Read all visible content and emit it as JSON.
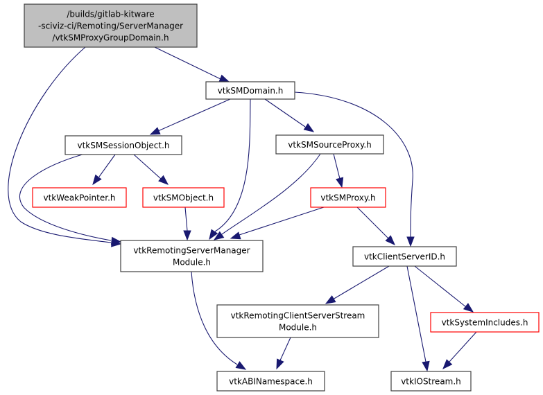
{
  "diagram": {
    "type": "include-dependency-graph",
    "colors": {
      "edge": "#191970",
      "root_fill": "#bfbfbf",
      "normal_border": "#000000",
      "incomplete_border": "#ff0000"
    },
    "nodes": [
      {
        "id": "root",
        "lines": [
          "/builds/gitlab-kitware",
          "-sciviz-ci/Remoting/ServerManager",
          "/vtkSMProxyGroupDomain.h"
        ],
        "style": "root"
      },
      {
        "id": "smdomain",
        "lines": [
          "vtkSMDomain.h"
        ],
        "style": "normal"
      },
      {
        "id": "sessionobject",
        "lines": [
          "vtkSMSessionObject.h"
        ],
        "style": "normal"
      },
      {
        "id": "sourceproxy",
        "lines": [
          "vtkSMSourceProxy.h"
        ],
        "style": "normal"
      },
      {
        "id": "weakpointer",
        "lines": [
          "vtkWeakPointer.h"
        ],
        "style": "incomplete"
      },
      {
        "id": "smobject",
        "lines": [
          "vtkSMObject.h"
        ],
        "style": "incomplete"
      },
      {
        "id": "smproxy",
        "lines": [
          "vtkSMProxy.h"
        ],
        "style": "incomplete"
      },
      {
        "id": "rsmmodule",
        "lines": [
          "vtkRemotingServerManager",
          "Module.h"
        ],
        "style": "normal"
      },
      {
        "id": "clientserverid",
        "lines": [
          "vtkClientServerID.h"
        ],
        "style": "normal"
      },
      {
        "id": "rcssmodule",
        "lines": [
          "vtkRemotingClientServerStream",
          "Module.h"
        ],
        "style": "normal"
      },
      {
        "id": "systemincludes",
        "lines": [
          "vtkSystemIncludes.h"
        ],
        "style": "incomplete"
      },
      {
        "id": "abinamespace",
        "lines": [
          "vtkABINamespace.h"
        ],
        "style": "normal"
      },
      {
        "id": "iostream",
        "lines": [
          "vtkIOStream.h"
        ],
        "style": "normal"
      }
    ],
    "edges": [
      {
        "from": "root",
        "to": "smdomain"
      },
      {
        "from": "root",
        "to": "rsmmodule"
      },
      {
        "from": "smdomain",
        "to": "sessionobject"
      },
      {
        "from": "smdomain",
        "to": "rsmmodule"
      },
      {
        "from": "smdomain",
        "to": "sourceproxy"
      },
      {
        "from": "smdomain",
        "to": "clientserverid"
      },
      {
        "from": "sessionobject",
        "to": "rsmmodule"
      },
      {
        "from": "sessionobject",
        "to": "weakpointer"
      },
      {
        "from": "sessionobject",
        "to": "smobject"
      },
      {
        "from": "smobject",
        "to": "rsmmodule"
      },
      {
        "from": "sourceproxy",
        "to": "rsmmodule"
      },
      {
        "from": "sourceproxy",
        "to": "smproxy"
      },
      {
        "from": "smproxy",
        "to": "rsmmodule"
      },
      {
        "from": "smproxy",
        "to": "clientserverid"
      },
      {
        "from": "rsmmodule",
        "to": "abinamespace"
      },
      {
        "from": "clientserverid",
        "to": "rcssmodule"
      },
      {
        "from": "clientserverid",
        "to": "iostream"
      },
      {
        "from": "clientserverid",
        "to": "systemincludes"
      },
      {
        "from": "rcssmodule",
        "to": "abinamespace"
      },
      {
        "from": "systemincludes",
        "to": "iostream"
      }
    ]
  }
}
